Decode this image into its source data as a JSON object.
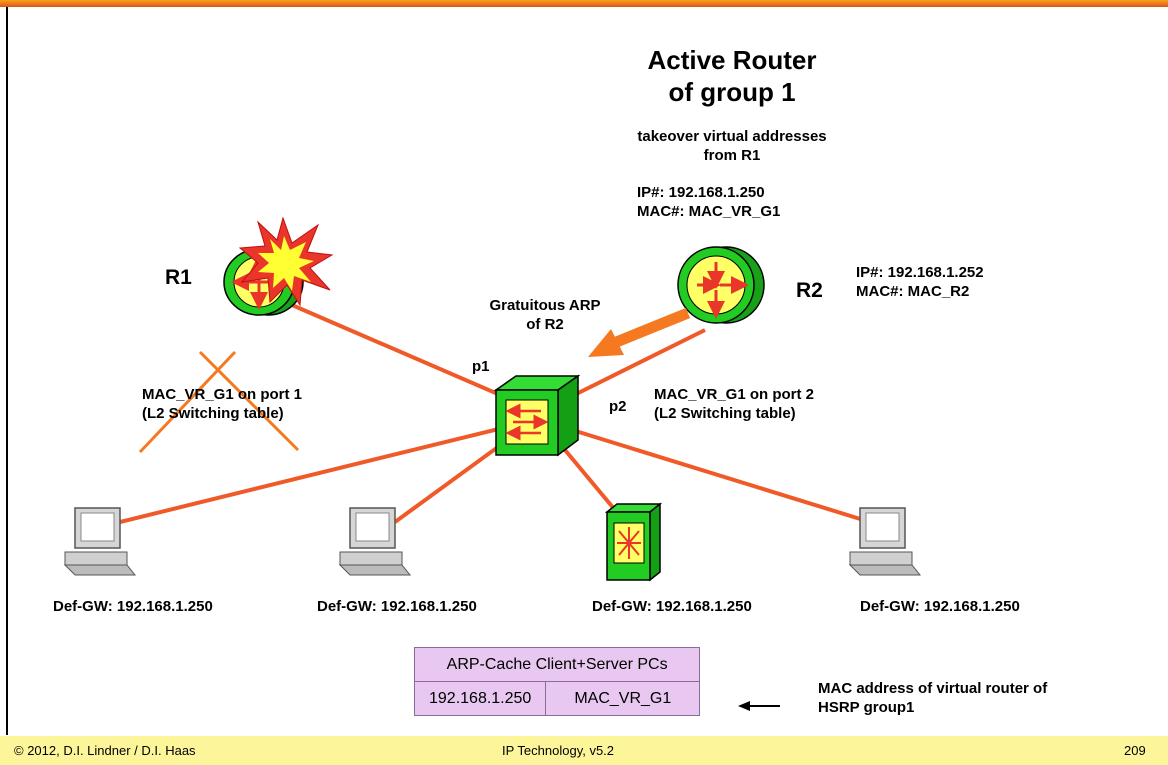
{
  "title": {
    "line1": "Active Router",
    "line2": "of group 1"
  },
  "takeover": {
    "line1": "takeover virtual addresses",
    "line2": "from R1"
  },
  "r2_virtual": {
    "ip": "IP#: 192.168.1.250",
    "mac": "MAC#: MAC_VR_G1"
  },
  "routers": {
    "r1": "R1",
    "r2": "R2"
  },
  "r2_own": {
    "ip": "IP#: 192.168.1.252",
    "mac": "MAC#: MAC_R2"
  },
  "gratuitous": {
    "line1": "Gratuitous ARP",
    "line2": "of R2"
  },
  "ports": {
    "p1": "p1",
    "p2": "p2"
  },
  "old_entry": {
    "line1": "MAC_VR_G1 on port 1",
    "line2": "(L2 Switching table)"
  },
  "new_entry": {
    "line1": "MAC_VR_G1 on port 2",
    "line2": "(L2 Switching table)"
  },
  "hosts": [
    "Def-GW: 192.168.1.250",
    "Def-GW: 192.168.1.250",
    "Def-GW: 192.168.1.250",
    "Def-GW: 192.168.1.250"
  ],
  "arp_table": {
    "header": "ARP-Cache Client+Server PCs",
    "ip": "192.168.1.250",
    "mac": "MAC_VR_G1"
  },
  "note": {
    "line1": "MAC address of virtual router of",
    "line2": "HSRP group1"
  },
  "footer": {
    "left": "© 2012, D.I. Lindner / D.I. Haas",
    "center": "IP Technology, v5.2",
    "page": "209"
  },
  "colors": {
    "link": "#f05a28",
    "device_green": "#22cc22",
    "device_yellow": "#ffff66",
    "arrow": "#e9352a",
    "gratuitous_arrow": "#f47920",
    "table_bg": "#e8c8f0",
    "footer_bg": "#fdf59a"
  }
}
